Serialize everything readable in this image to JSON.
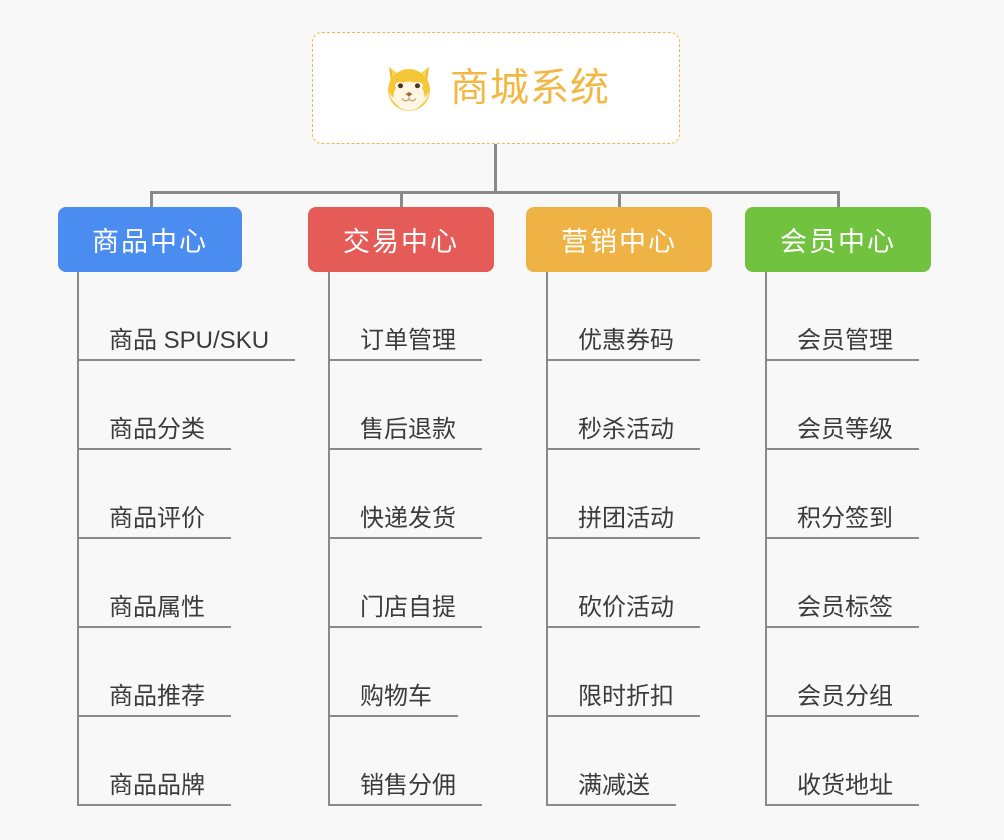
{
  "root": {
    "title": "商城系统",
    "emoji_name": "shiba-dog-face-emoji",
    "border_color": "#f0b849",
    "text_color": "#f2b843",
    "background": "#ffffff"
  },
  "canvas": {
    "background": "#f8f8f8",
    "connector_color": "#8a8a8a"
  },
  "columns": [
    {
      "id": "product-center",
      "label": "商品中心",
      "color": "#4a8cf0",
      "items": [
        "商品 SPU/SKU",
        "商品分类",
        "商品评价",
        "商品属性",
        "商品推荐",
        "商品品牌"
      ]
    },
    {
      "id": "trade-center",
      "label": "交易中心",
      "color": "#e55b57",
      "items": [
        "订单管理",
        "售后退款",
        "快递发货",
        "门店自提",
        "购物车",
        "销售分佣"
      ]
    },
    {
      "id": "marketing-center",
      "label": "营销中心",
      "color": "#efb244",
      "items": [
        "优惠券码",
        "秒杀活动",
        "拼团活动",
        "砍价活动",
        "限时折扣",
        "满减送"
      ]
    },
    {
      "id": "member-center",
      "label": "会员中心",
      "color": "#71c23e",
      "items": [
        "会员管理",
        "会员等级",
        "积分签到",
        "会员标签",
        "会员分组",
        "收货地址"
      ]
    }
  ]
}
